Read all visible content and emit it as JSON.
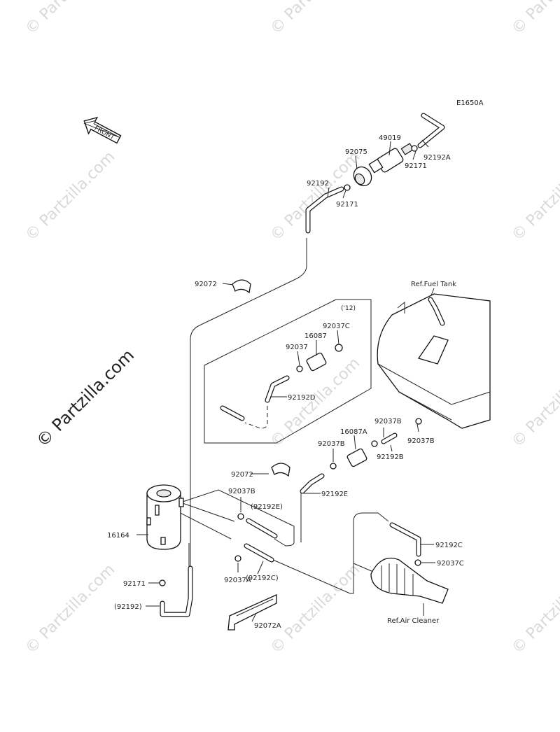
{
  "watermark": {
    "text": "© Partzilla.com"
  },
  "diagram": {
    "code": "E1650A",
    "front_label": "FRONT",
    "inset_label": "('12)",
    "labels": {
      "p49019": "49019",
      "p92075": "92075",
      "p92171_top": "92171",
      "p92192A": "92192A",
      "p92192": "92192",
      "p92171_mid": "92171",
      "p92072_top": "92072",
      "ref_fuel_tank": "Ref.Fuel Tank",
      "p92037C_in": "92037C",
      "p16087": "16087",
      "p92037_in": "92037",
      "p92192D": "92192D",
      "p92037B_r": "92037B",
      "p16087A": "16087A",
      "p92037B_m": "92037B",
      "p92037B_rr": "92037B",
      "p92192B": "92192B",
      "p92072_mid": "92072",
      "p92192E": "92192E",
      "p92037B_l": "92037B",
      "p92192E_paren": "(92192E)",
      "p16164": "16164",
      "p92192C": "92192C",
      "p92037C": "92037C",
      "p92037A": "92037A",
      "p92192C_paren": "(92192C)",
      "p92171_low": "92171",
      "p92192_paren": "(92192)",
      "p92072A": "92072A",
      "ref_air_cleaner": "Ref.Air Cleaner"
    }
  }
}
